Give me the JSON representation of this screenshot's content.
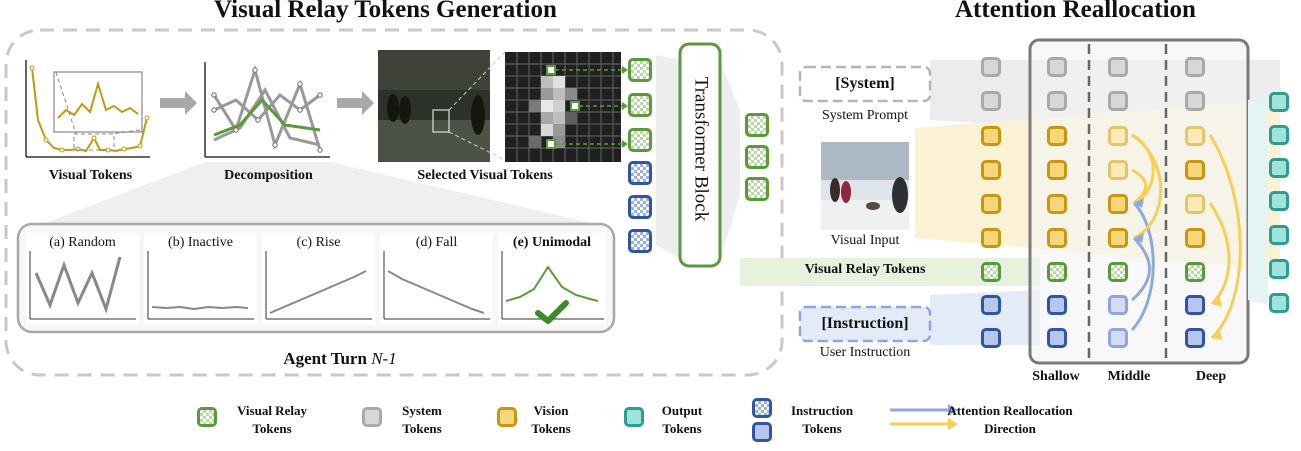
{
  "left": {
    "title": "Visual Relay Tokens Generation",
    "steps": {
      "visual_tokens": "Visual Tokens",
      "decomposition": "Decomposition",
      "selected": "Selected Visual Tokens"
    },
    "transformer": "Transformer Block",
    "patterns": [
      {
        "label": "(a) Random"
      },
      {
        "label": "(b) Inactive"
      },
      {
        "label": "(c) Rise"
      },
      {
        "label": "(d) Fall"
      },
      {
        "label": "(e) Unimodal"
      }
    ],
    "agent_turn": "Agent Turn ",
    "agent_turn_var": "N-1"
  },
  "right": {
    "title": "Attention Reallocation",
    "system_box": "[System]",
    "system_caption": "System Prompt",
    "visual_caption": "Visual Input",
    "relay_row": "Visual Relay Tokens",
    "instruction_box": "[Instruction]",
    "instruction_caption": "User Instruction",
    "layers": [
      "Shallow",
      "Middle",
      "Deep"
    ]
  },
  "legend": {
    "relay": "Visual Relay Tokens",
    "system": "System Tokens",
    "vision": "Vision Tokens",
    "output": "Output Tokens",
    "instruction": "Instruction Tokens",
    "attention": "Attention Reallocation Direction"
  },
  "colors": {
    "relay": "#5a9a3a",
    "system": "#a9a9a9",
    "vision": "#c9960f",
    "output": "#2e9c8f",
    "instruction": "#2f55a4",
    "arrow_blue": "#8fa9e0",
    "arrow_yellow": "#f7cf55"
  }
}
